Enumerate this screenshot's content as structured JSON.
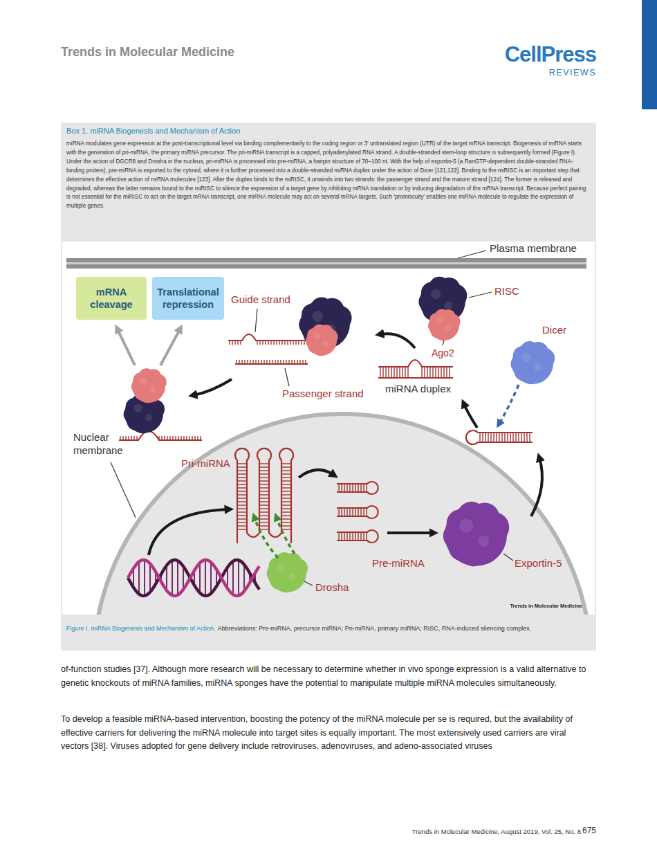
{
  "diagram": {
    "title": "Box 1. miRNA Biogenesis and Mechanism of Action",
    "caption": "Figure I. miRNA Biogenesis and Mechanism of Action.",
    "nodes": [
      {
        "text": [
          "mRNA cleavage"
        ]
      },
      {
        "text": [
          "Translational repression"
        ]
      }
    ],
    "labels": [
      "Trends in Molecular Medicine",
      "CellPress",
      "REVIEWS",
      "miRNA modulates gene expression at the post-transcriptional level via binding complementarily to the coding region or 3′ untranslated region (UTR) of the target mRNA transcript. Biogenesis of miRNA starts with the generation of pri-miRNA, the primary miRNA precursor. The pri-miRNA transcript is a capped, polyadenylated RNA strand. A double-stranded stem-loop structure is subsequently formed (Figure I). Under the action of DGCR8 and Drosha in the nucleus, pri-miRNA is processed into pre-miRNA, a hairpin structure of 70–100 nt. With the help of exportin-5 (a RanGTP-dependent double-stranded RNA-binding protein), pre-miRNA is exported to the cytosol, where it is further processed into a double-stranded miRNA duplex under the action of Dicer [121,122]. Binding to the miRISC is an important step that determines the effective action of miRNA molecules [123]. After the duplex binds to the miRISC, it unwinds into two strands: the passenger strand and the mature strand [124]. The former is released and degraded, whereas the latter remains bound to the miRISC to silence the expression of a target gene by inhibiting mRNA translation or by inducing degradation of the mRNA transcript. Because perfect pairing is not essential for the miRISC to act on the target mRNA transcript, one miRNA molecule may act on several mRNA targets. Such ‘promiscuity’ enables one miRNA molecule to regulate the expression of multiple genes.",
      "Plasma membrane",
      "Guide strand",
      "RISC",
      "Ago2",
      "Dicer",
      "miRNA duplex",
      "Passenger strand",
      "Nuclear membrane",
      "Pri-miRNA",
      "Pre-miRNA",
      "Exportin-5",
      "Drosha",
      "Trends in Molecular Medicine",
      "Abbreviations: Pre-miRNA, precursor miRNA; Pri-miRNA, primary miRNA; RISC, RNA-induced silencing complex.",
      "of-function studies [37]. Although more research will be necessary to determine whether in vivo sponge expression is a valid alternative to genetic knockouts of miRNA families, miRNA sponges have the potential to manipulate multiple miRNA molecules simultaneously.",
      "To develop a feasible miRNA-based intervention, boosting the potency of the miRNA molecule per se is required, but the availability of effective carriers for delivering the miRNA molecule into target sites is equally important. The most extensively used carriers are viral vectors [38]. Viruses adopted for gene delivery include retroviruses, adenoviruses, and adeno-associated viruses",
      "Trends in Molecular Medicine, August 2019, Vol. 25, No. 8",
      "675"
    ]
  }
}
